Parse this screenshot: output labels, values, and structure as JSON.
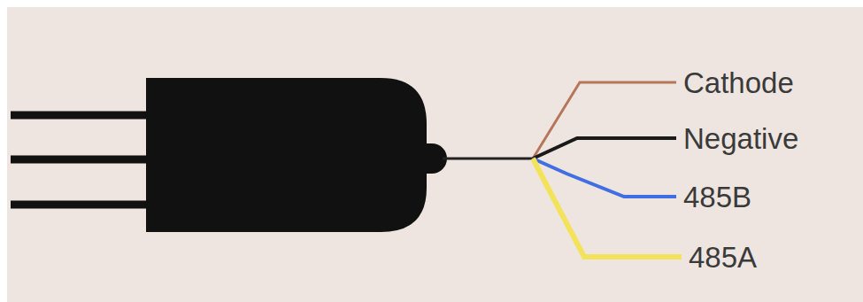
{
  "diagram": {
    "labels": [
      "Cathode",
      "Negative",
      "485B",
      "485A"
    ]
  }
}
